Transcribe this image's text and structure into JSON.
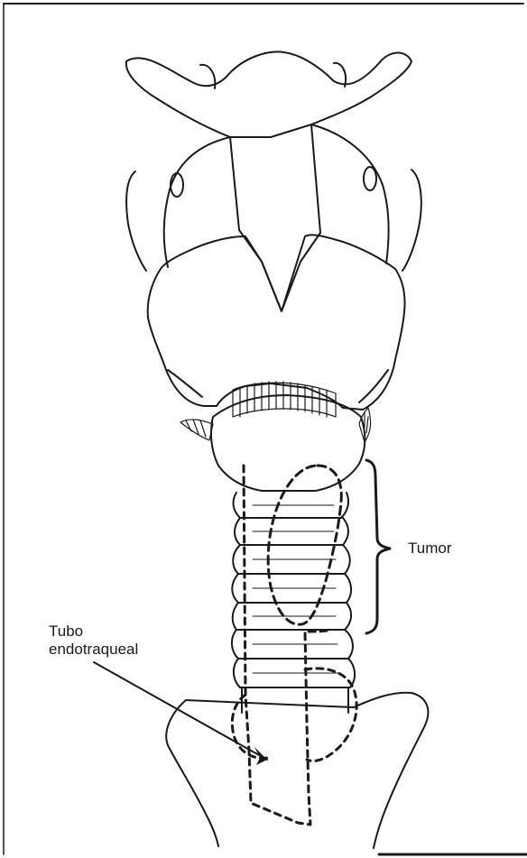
{
  "figure": {
    "labels": {
      "tumor": "Tumor",
      "tube_line1": "Tubo",
      "tube_line2": "endotraqueal"
    },
    "colors": {
      "ink": "#1a1a1a",
      "background": "#ffffff"
    }
  }
}
